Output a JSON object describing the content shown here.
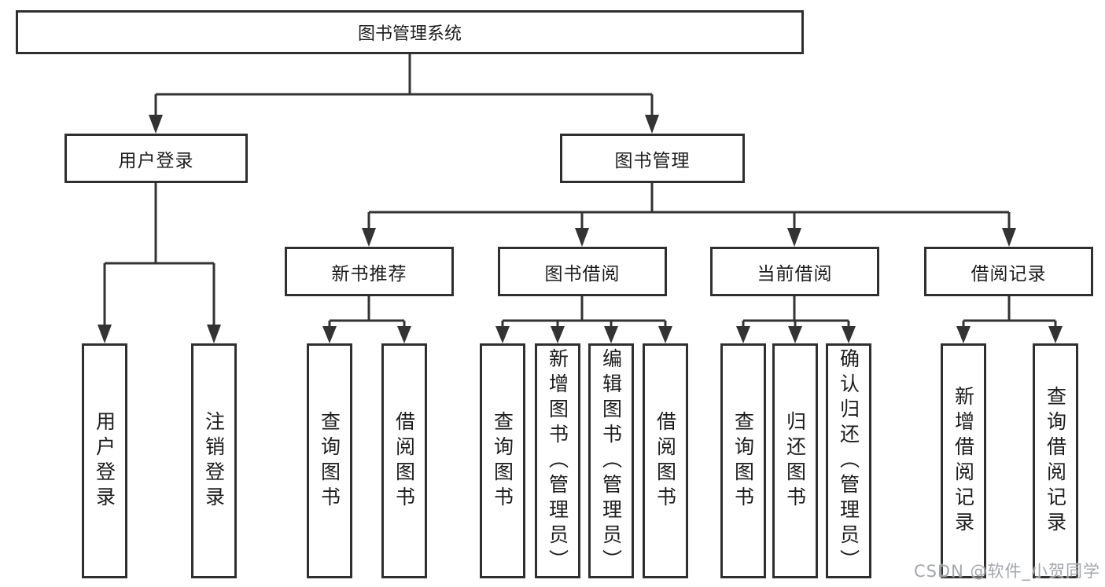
{
  "diagram": {
    "root": "图书管理系统",
    "level2": [
      "用户登录",
      "图书管理"
    ],
    "level3": [
      "新书推荐",
      "图书借阅",
      "当前借阅",
      "借阅记录"
    ],
    "leaves": {
      "user_login": [
        "用户登录",
        "注销登录"
      ],
      "new_books": [
        "查询图书",
        "借阅图书"
      ],
      "book_borrow": [
        "查询图书",
        "新增图书（管理员）",
        "编辑图书（管理员）",
        "借阅图书"
      ],
      "current_borrow": [
        "查询图书",
        "归还图书",
        "确认归还（管理员）"
      ],
      "borrow_records": [
        "新增借阅记录",
        "查询借阅记录"
      ]
    }
  },
  "watermark": "CSDN @软件_小贺同学",
  "colors": {
    "line": "#333333",
    "box_border": "#2f2f2f",
    "box_fill": "#ffffff",
    "text": "#1c1c1c",
    "watermark": "#9b9fa3"
  }
}
